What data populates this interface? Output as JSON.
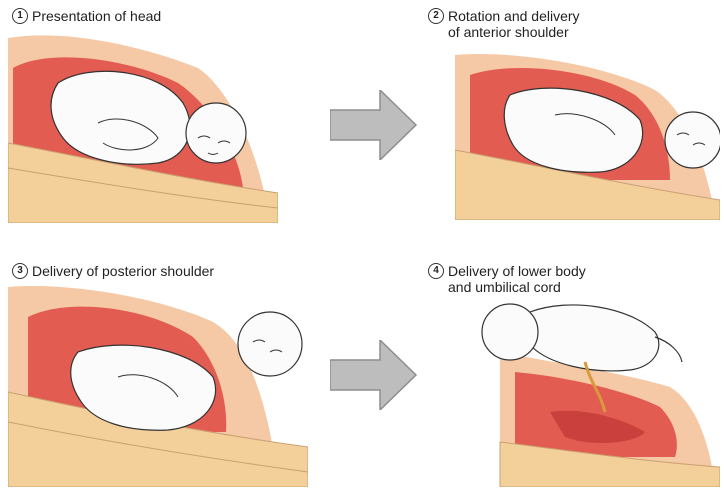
{
  "steps": [
    {
      "number": "1",
      "lines": [
        "Presentation of head"
      ]
    },
    {
      "number": "2",
      "lines": [
        "Rotation and delivery",
        "of anterior shoulder"
      ]
    },
    {
      "number": "3",
      "lines": [
        "Delivery of posterior shoulder"
      ]
    },
    {
      "number": "4",
      "lines": [
        "Delivery of lower body",
        "and umbilical cord"
      ]
    }
  ],
  "colors": {
    "uterus_outer": "#f6c9a6",
    "uterus_inner": "#e25c52",
    "uterus_dark": "#c9403c",
    "skin": "#fbfbfb",
    "bone_band": "#f3cf9a",
    "bone_stroke": "#caa070",
    "arrow_fill": "#bdbdbd",
    "arrow_stroke": "#8e8e8e"
  }
}
